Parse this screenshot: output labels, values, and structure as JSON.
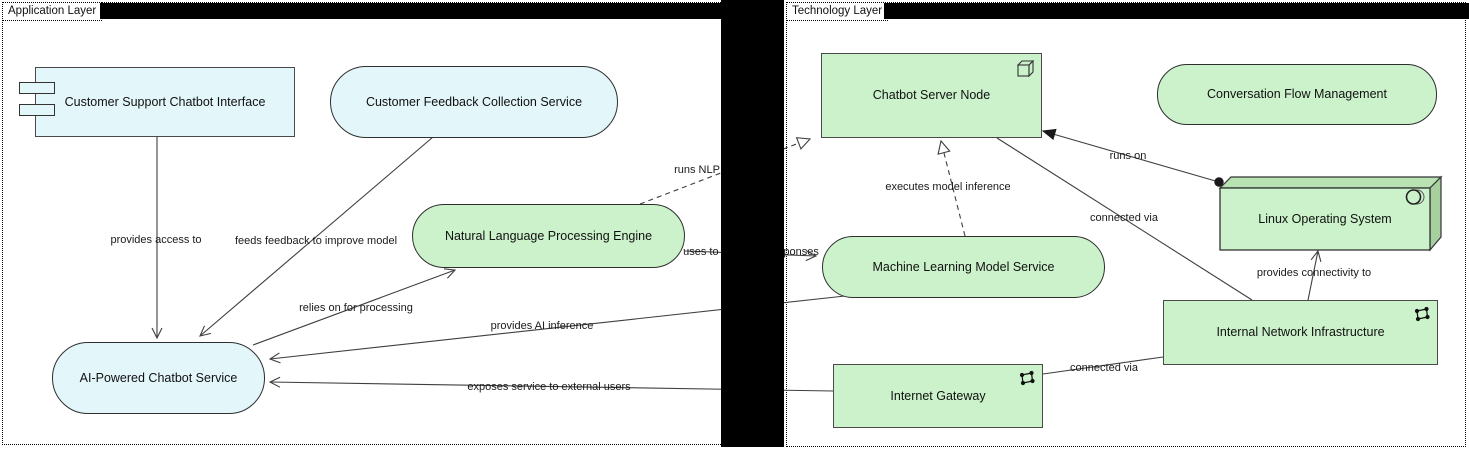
{
  "app_layer": {
    "label": "Application Layer",
    "nodes": {
      "interface": {
        "label": "Customer Support Chatbot Interface",
        "kind": "application-component"
      },
      "feedback": {
        "label": "Customer Feedback Collection Service",
        "kind": "application-service"
      },
      "nlp": {
        "label": "Natural Language Processing Engine",
        "kind": "application-service"
      },
      "chatbot": {
        "label": "AI-Powered Chatbot Service",
        "kind": "application-service"
      }
    }
  },
  "tech_layer": {
    "label": "Technology Layer",
    "nodes": {
      "server_node": {
        "label": "Chatbot Server Node",
        "kind": "node"
      },
      "conversation_flow": {
        "label": "Conversation Flow Management",
        "kind": "technology-service"
      },
      "ml_service": {
        "label": "Machine Learning Model Service",
        "kind": "technology-service"
      },
      "linux_os": {
        "label": "Linux Operating System",
        "kind": "system-software"
      },
      "network": {
        "label": "Internal Network Infrastructure",
        "kind": "communication-network"
      },
      "gateway": {
        "label": "Internet Gateway",
        "kind": "communication-network"
      }
    }
  },
  "edge_labels": {
    "provides_access": "provides access to",
    "feeds_feedback": "feeds feedback to improve model",
    "relies_on": "relies on for processing",
    "uses_to": "uses to generate responses",
    "runs_nlp": "runs NLP",
    "executes_inference": "executes model inference",
    "runs_on": "runs on",
    "connected_via_1": "connected via",
    "connected_via_2": "connected via",
    "provides_connectivity": "provides connectivity to",
    "provides_ai": "provides AI inference",
    "exposes_service": "exposes service to external users"
  },
  "colors": {
    "app_fill": "#e3f7fb",
    "tech_fill": "#ccf2cb",
    "tech_top": "#b9e2b3",
    "tech_side": "#a6d19f",
    "band": "#000000"
  }
}
